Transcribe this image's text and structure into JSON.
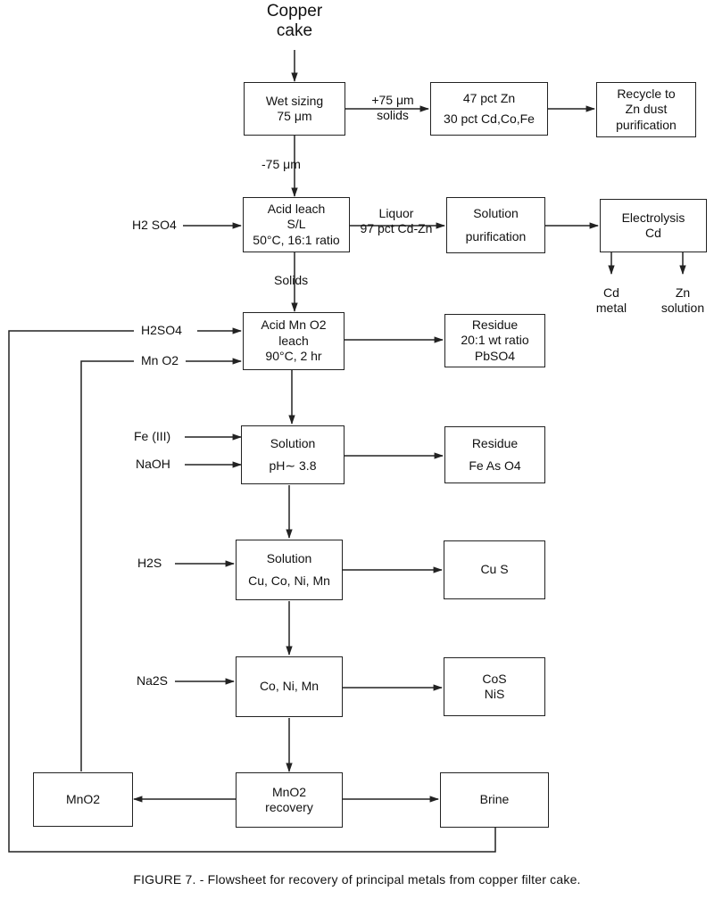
{
  "feed": {
    "line1": "Copper",
    "line2": "cake"
  },
  "boxes": {
    "wet_sizing": [
      "Wet  sizing",
      "75 μm"
    ],
    "coarse": [
      "47 pct Zn",
      "30 pct Cd,Co,Fe"
    ],
    "recycle": [
      "Recycle  to",
      "Zn dust",
      "purification"
    ],
    "acid_leach": [
      "Acid leach",
      "S/L",
      "50°C, 16:1 ratio"
    ],
    "solution_purification": [
      "Solution",
      "purification"
    ],
    "electrolysis": [
      "Electrolysis",
      "Cd"
    ],
    "mno2_leach": [
      "Acid Mn O2",
      "leach",
      "90°C, 2 hr"
    ],
    "residue_pbso4": [
      "Residue",
      "20:1 wt ratio",
      "PbSO4"
    ],
    "solution_ph": [
      "Solution",
      "pH∼ 3.8"
    ],
    "residue_feaso4": [
      "Residue",
      "Fe As O4"
    ],
    "solution_cu": [
      "Solution",
      "Cu, Co, Ni, Mn"
    ],
    "cus": [
      "Cu S"
    ],
    "co_ni_mn": [
      "Co, Ni, Mn"
    ],
    "cos_nis": [
      "CoS",
      "NiS"
    ],
    "mno2_recovery": [
      "MnO2",
      "recovery"
    ],
    "brine": [
      "Brine"
    ],
    "mno2_product": [
      "MnO2"
    ]
  },
  "labels": {
    "plus75": [
      "+75 μm",
      "solids"
    ],
    "minus75": "-75 μm",
    "h2so4_1": "H2 SO4",
    "liquor": [
      "Liquor",
      "97 pct Cd-Zn"
    ],
    "solids": "Solids",
    "cd_metal": [
      "Cd",
      "metal"
    ],
    "zn_solution": [
      "Zn",
      "solution"
    ],
    "h2so4_2": "H2SO4",
    "mno2_in": "Mn O2",
    "fe3": "Fe (III)",
    "naoh": "NaOH",
    "h2s": "H2S",
    "na2s": "Na2S"
  },
  "caption": "FIGURE 7. - Flowsheet for recovery of principal metals from copper filter cake."
}
